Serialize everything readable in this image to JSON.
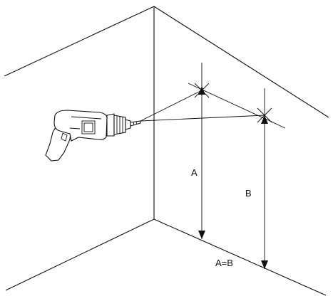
{
  "labels": {
    "dimension_a": "A",
    "dimension_b": "B",
    "equality": "A=B"
  },
  "colors": {
    "line": "#111111",
    "background": "#ffffff"
  },
  "icons": {
    "tool": "power-drill-icon"
  }
}
